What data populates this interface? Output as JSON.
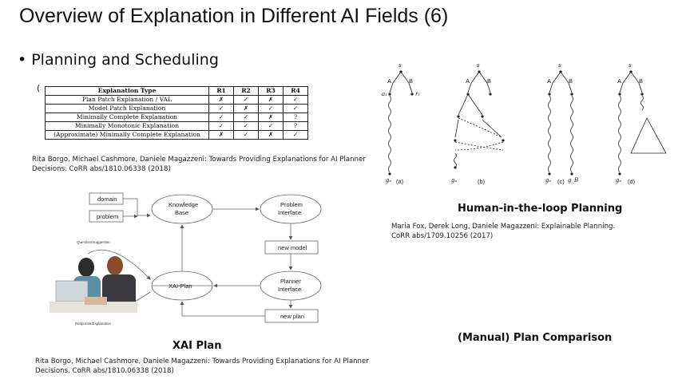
{
  "slide": {
    "title": "Overview of Explanation in Different AI Fields (6)",
    "bullet_symbol": "•",
    "bullet": "Planning and Scheduling",
    "cut_char": "("
  },
  "table": {
    "headers": [
      "Explanation Type",
      "R1",
      "R2",
      "R3",
      "R4"
    ],
    "rows": [
      [
        "Plan Patch Explanation / VAL",
        "✗",
        "✓",
        "✗",
        "✓"
      ],
      [
        "Model Patch Explanation",
        "✓",
        "✗",
        "✓",
        "✓"
      ],
      [
        "Minimally Complete Explanation",
        "✓",
        "✓",
        "✗",
        "?"
      ],
      [
        "Minimally Monotonic Explanation",
        "✓",
        "✓",
        "✓",
        "?"
      ],
      [
        "(Approximate) Minimally Complete Explanation",
        "✗",
        "✓",
        "✗",
        "✓"
      ]
    ]
  },
  "citations": {
    "top_left": "Rita Borgo, Michael Cashmore, Daniele Magazzeni: Towards Providing Explanations for AI Planner Decisions. CoRR abs/1810.06338 (2018)",
    "right": "Maria Fox, Derek Long, Daniele Magazzeni: Explainable Planning. CoRR abs/1709.10256 (2017)",
    "bottom_left": "Rita Borgo, Michael Cashmore, Daniele Magazzeni: Towards Providing Explanations for AI Planner Decisions. CoRR abs/1810.06338 (2018)"
  },
  "captions": {
    "hitl": "Human-in-the-loop Planning",
    "manual": "(Manual) Plan Comparison",
    "xai": "XAI Plan"
  },
  "xai_diagram": {
    "domain": "domain",
    "problem": "problem",
    "knowledge_base_1": "Knowledge",
    "knowledge_base_2": "Base",
    "problem_interface_1": "Problem",
    "problem_interface_2": "Interface",
    "new_model": "new model",
    "planner_interface_1": "Planner",
    "planner_interface_2": "Interface",
    "new_plan": "new plan",
    "xai_plan": "XAI-Plan",
    "question_label": "Question/Suggestion",
    "response_label": "Response/Explanation"
  },
  "tree_diagrams": {
    "s": "s",
    "a": "A",
    "b": "B",
    "a1": "a₁",
    "r1": "r₁",
    "gA": "gₐ",
    "gB": "g_B",
    "panel_labels": [
      "(a)",
      "(b)",
      "(c)",
      "(d)"
    ]
  }
}
